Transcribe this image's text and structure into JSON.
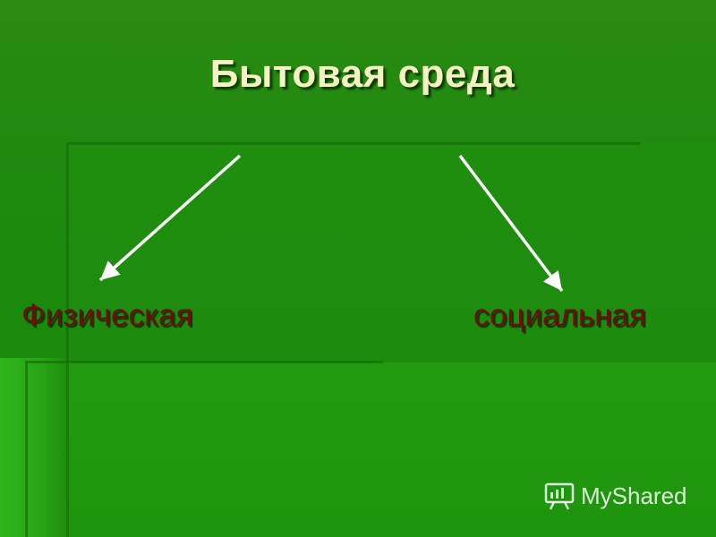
{
  "slide": {
    "title": "Бытовая среда",
    "left_label": "Физическая",
    "right_label": "социальная"
  },
  "watermark": {
    "text": "MyShared",
    "icon": "presentation-board-icon"
  },
  "colors": {
    "background": "#1f8a0f",
    "title": "#f7f2c4",
    "label": "#6e0f0f",
    "arrow": "#ffffff"
  }
}
